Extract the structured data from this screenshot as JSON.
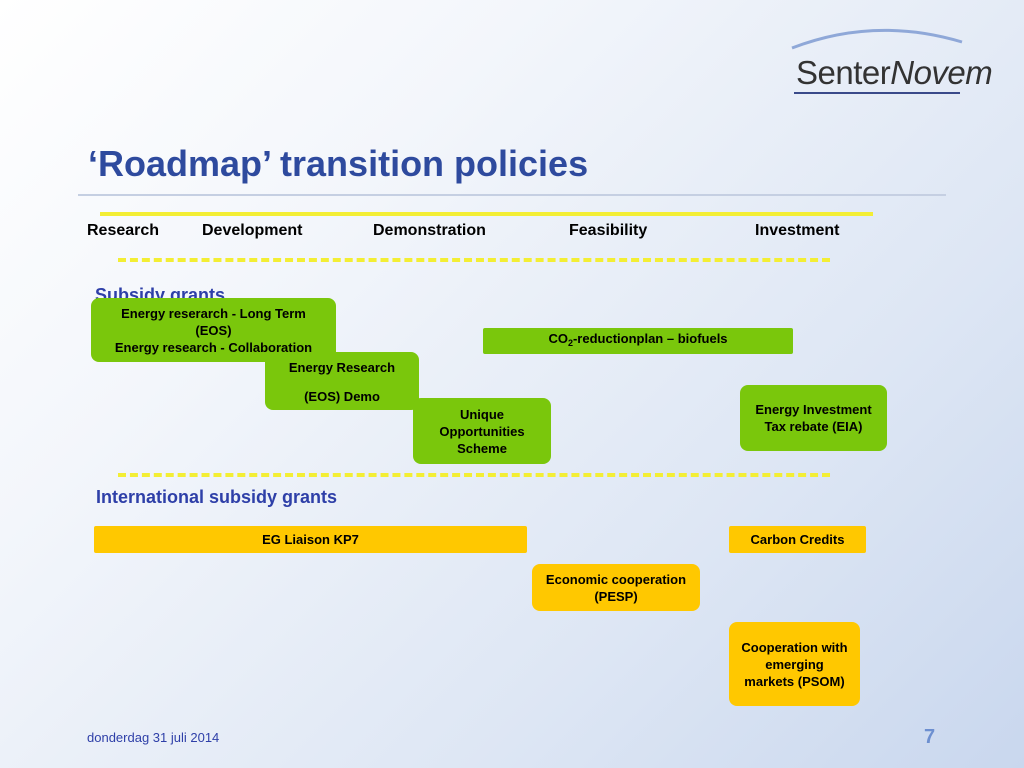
{
  "logo": {
    "part1": "Senter",
    "part2": "Novem"
  },
  "title": "‘Roadmap’ transition policies",
  "stages": [
    "Research",
    "Development",
    "Demonstration",
    "Feasibility",
    "Investment"
  ],
  "sections": {
    "subsidy": "Subsidy grants",
    "international": "International subsidy grants"
  },
  "subsidy_boxes": {
    "eos_line1": "Energy reserarch - Long Term",
    "eos_line2": "(EOS)",
    "eos_line3": "Energy research - Collaboration",
    "co2_prefix": "CO",
    "co2_sub": "2",
    "co2_suffix": "-reductionplan – biofuels",
    "demo_line1": "Energy Research",
    "demo_line2": "(EOS) Demo",
    "unique": "Unique Opportunities Scheme",
    "eia": "Energy Investment Tax rebate (EIA)"
  },
  "international_boxes": {
    "eg": "EG Liaison KP7",
    "carbon": "Carbon Credits",
    "pesp": "Economic cooperation (PESP)",
    "psom": "Cooperation with emerging markets (PSOM)"
  },
  "footer": {
    "date": "donderdag 31 juli 2014",
    "page": "7"
  },
  "colors": {
    "green": "#7ac70c",
    "yellow": "#ffc800",
    "title": "#2e4a9e",
    "highlight_line": "#f3ee34"
  }
}
